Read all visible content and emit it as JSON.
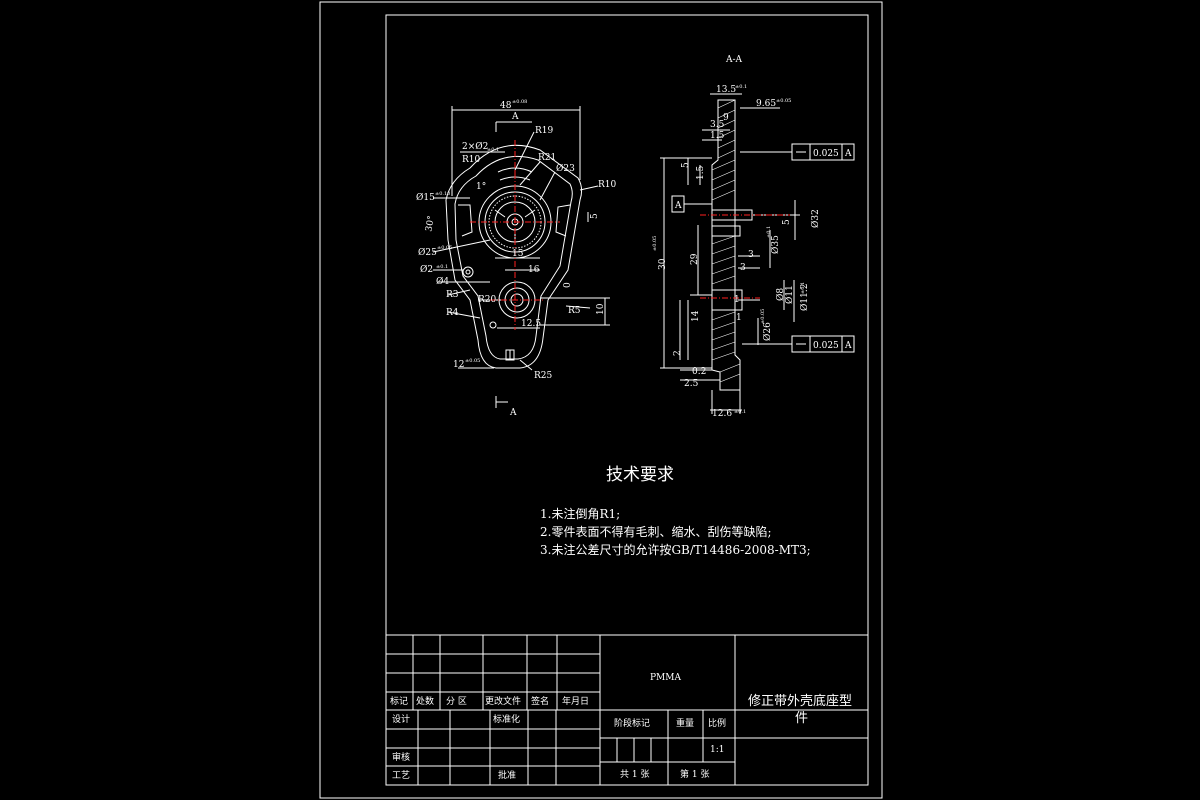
{
  "section_label": "A-A",
  "front_view": {
    "dims": {
      "width": "48",
      "width_tol": "±0.08",
      "section_mark_top": "A",
      "section_mark_bottom": "A",
      "r19": "R19",
      "holes": "2×Ø2",
      "holes_tol": "±0.1",
      "r10a": "R10",
      "r21": "R21",
      "d23": "Ø23",
      "r10b": "R10",
      "angle": "1°",
      "d15": "Ø15",
      "d15_tol": "±0.10",
      "angle30": "30°",
      "d25": "Ø25",
      "d25_tol": "±0.05",
      "d2": "Ø2",
      "d2_tol": "±0.1",
      "d4": "Ø4",
      "r3": "R3",
      "r4": "R4",
      "r20": "R20",
      "d15b": "15",
      "d16": "16",
      "d0": "0",
      "d5": "5",
      "r5": "R5",
      "d10": "10",
      "d12_5": "12.5",
      "d12": "12",
      "d12_tol": "±0.05",
      "r25": "R25"
    }
  },
  "section_view": {
    "dims": {
      "t13_5": "13.5",
      "t13_5_tol": "±0.1",
      "t9_65": "9.65",
      "t9_65_tol": "±0.05",
      "t3_5": "3.5",
      "t1_5": "1.5",
      "t5": "5",
      "t1_5b": "1.5",
      "datum": "A",
      "t30": "30",
      "t30_tol": "±0.05",
      "t29": "29",
      "t3": "3",
      "t3b": "3",
      "t1": "1",
      "t1b": "1",
      "t14": "14",
      "t2": "2",
      "t0_2": "0.2",
      "t2_5": "2.5",
      "t12_6": "12.6",
      "t12_6_tol": "±0.1",
      "d32": "Ø32",
      "d5": "5",
      "d35": "Ø35",
      "d35_tol": "±0.1",
      "d8": "Ø8",
      "d11": "Ø11",
      "d11_2": "Ø11.2",
      "d11_2_tol": "±0.1",
      "d26": "Ø26",
      "d26_tol": "±0.05",
      "tol1_value": "0.025",
      "tol1_datum": "A",
      "tol2_value": "0.025",
      "tol2_datum": "A"
    }
  },
  "requirements": {
    "title": "技术要求",
    "items": [
      "1.未注倒角R1;",
      "2.零件表面不得有毛刺、缩水、刮伤等缺陷;",
      "3.未注公差尺寸的允许按GB/T14486-2008-MT3;"
    ]
  },
  "title_block": {
    "material": "PMMA",
    "part_name_line1": "修正带外壳底座型",
    "part_name_line2": "件",
    "header": [
      "标记",
      "处数",
      "分 区",
      "更改文件",
      "签名",
      "年月日"
    ],
    "design": "设计",
    "standard": "标准化",
    "review": "审核",
    "process": "工艺",
    "approve": "批准",
    "stage": "阶段标记",
    "weight": "重量",
    "scale_label": "比例",
    "scale": "1:1",
    "sheets_total": "共 1 张",
    "sheet_no": "第 1 张"
  },
  "colors": {
    "line": "#ffffff",
    "center": "#ff2020",
    "background": "#000000"
  }
}
